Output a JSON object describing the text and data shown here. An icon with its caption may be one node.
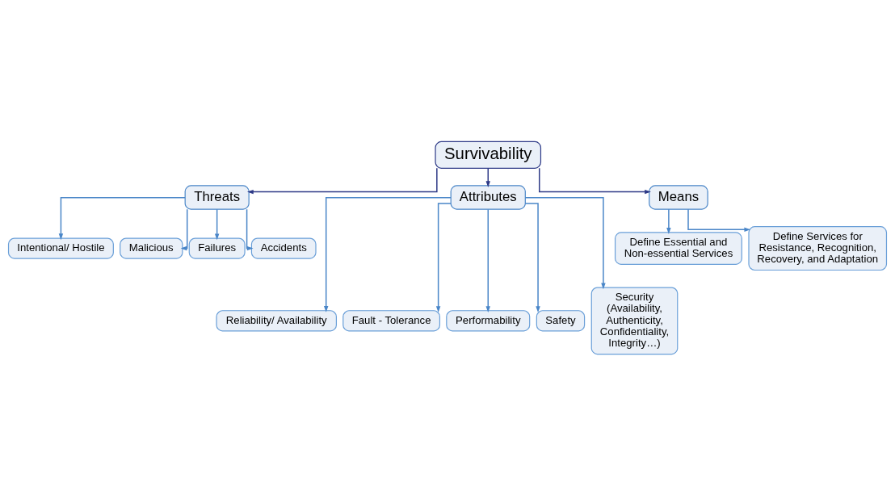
{
  "diagram": {
    "nodes": [
      {
        "text": [
          "Survivability"
        ]
      },
      {
        "text": [
          "Threats"
        ]
      },
      {
        "text": [
          "Attributes"
        ]
      },
      {
        "text": [
          "Means"
        ]
      },
      {
        "text": [
          "Intentional/ Hostile"
        ]
      },
      {
        "text": [
          "Malicious"
        ]
      },
      {
        "text": [
          "Failures"
        ]
      },
      {
        "text": [
          "Accidents"
        ]
      },
      {
        "text": [
          "Define Essential and Non-essential Services"
        ]
      },
      {
        "text": [
          "Define Services for Resistance, Recognition, Recovery, and Adaptation"
        ]
      },
      {
        "text": [
          "Reliability/ Availability"
        ]
      },
      {
        "text": [
          "Fault - Tolerance"
        ]
      },
      {
        "text": [
          "Performability"
        ]
      },
      {
        "text": [
          "Safety"
        ]
      },
      {
        "text": [
          "Security",
          "(Availability, Authenticity, Confidentiality, Integrity…)"
        ]
      }
    ],
    "edges": [
      {
        "from": 0,
        "to": 1,
        "arrow": "to",
        "color": "#2e3a87"
      },
      {
        "from": 0,
        "to": 2,
        "arrow": "to",
        "color": "#2e3a87"
      },
      {
        "from": 0,
        "to": 3,
        "arrow": "to",
        "color": "#2e3a87"
      },
      {
        "from": 1,
        "to": 4,
        "arrow": "to"
      },
      {
        "from": 1,
        "to": 5,
        "arrow": "to"
      },
      {
        "from": 1,
        "to": 6,
        "arrow": "to"
      },
      {
        "from": 1,
        "to": 7,
        "arrow": "to"
      },
      {
        "from": 3,
        "to": 8,
        "arrow": "to"
      },
      {
        "from": 3,
        "to": 9,
        "arrow": "to"
      },
      {
        "from": 2,
        "to": 10,
        "arrow": "to"
      },
      {
        "from": 2,
        "to": 11,
        "arrow": "to"
      },
      {
        "from": 2,
        "to": 12,
        "arrow": "to"
      },
      {
        "from": 2,
        "to": 13,
        "arrow": "to"
      },
      {
        "from": 2,
        "to": 14,
        "arrow": "to"
      }
    ]
  }
}
